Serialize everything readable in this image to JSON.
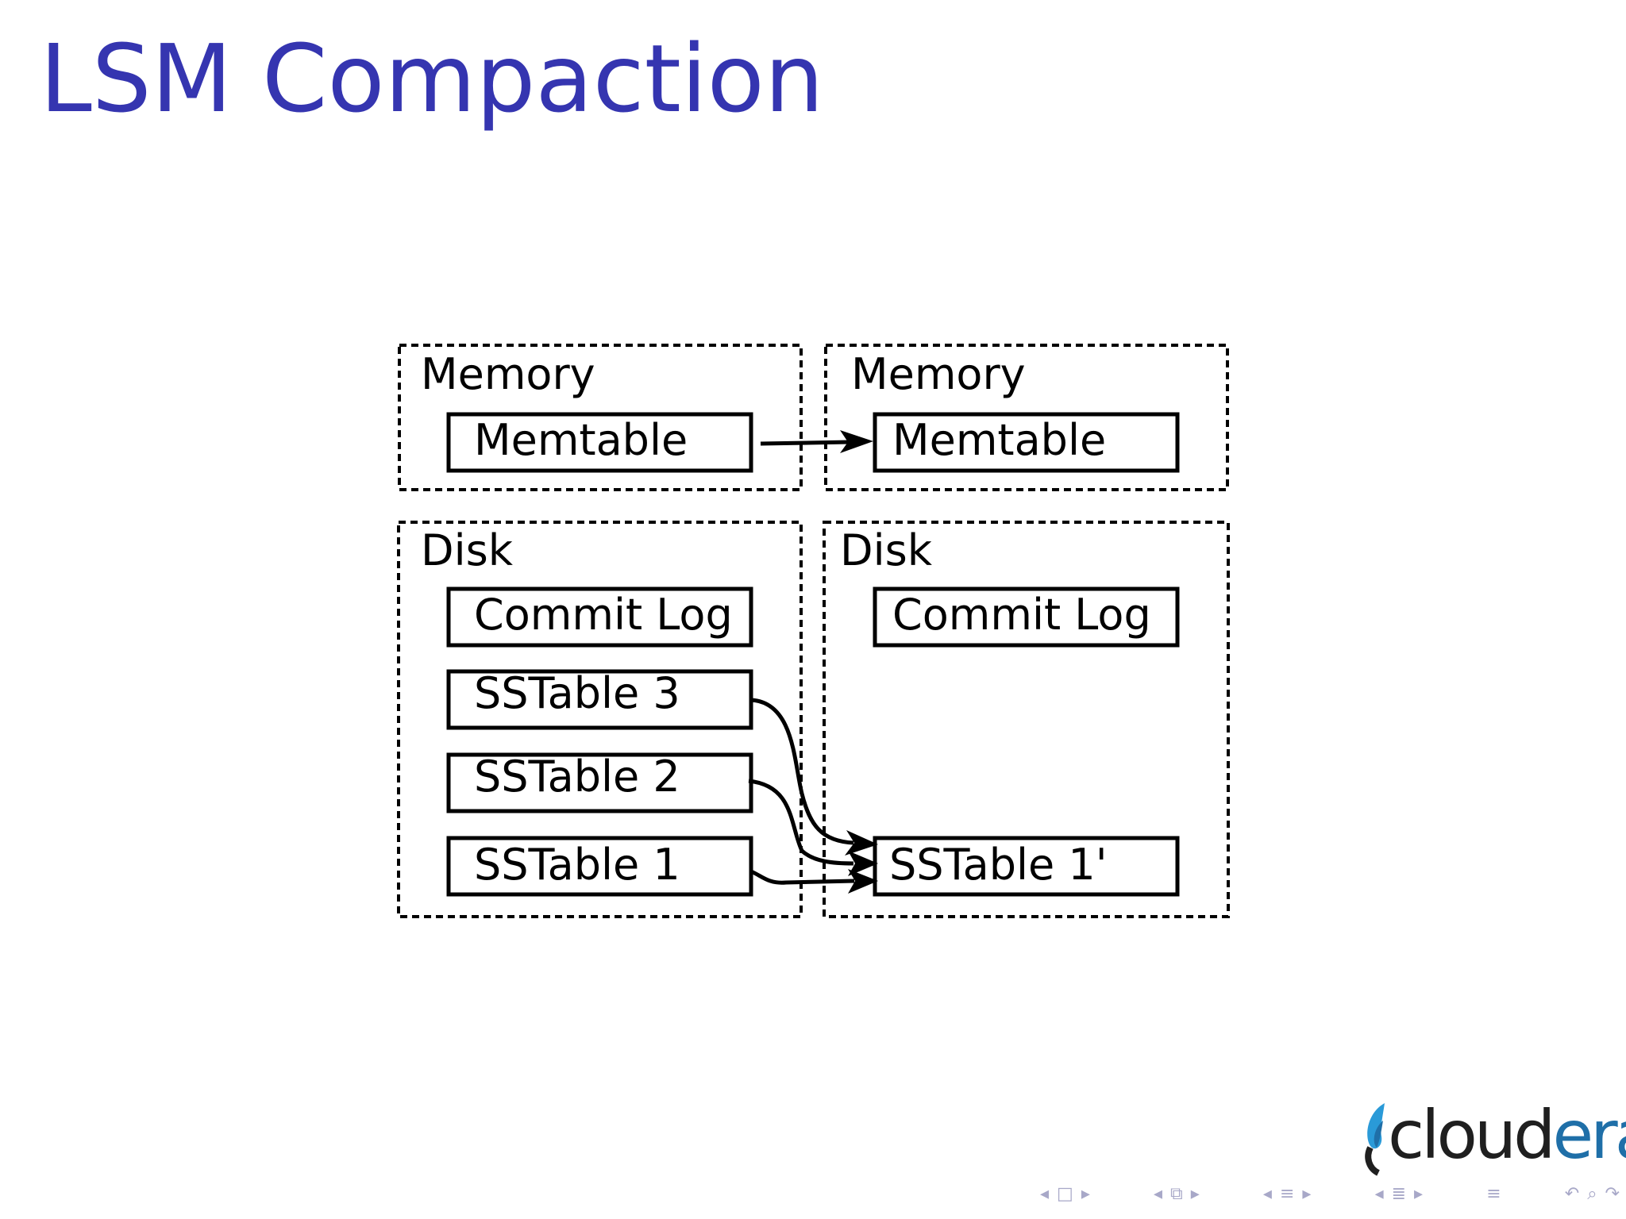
{
  "slide": {
    "title": "LSM Compaction"
  },
  "diagram": {
    "before": {
      "memory_label": "Memory",
      "memtable": "Memtable",
      "disk_label": "Disk",
      "commit_log": "Commit Log",
      "sstables": [
        "SSTable 3",
        "SSTable 2",
        "SSTable 1"
      ]
    },
    "after": {
      "memory_label": "Memory",
      "memtable": "Memtable",
      "disk_label": "Disk",
      "commit_log": "Commit Log",
      "sstable_merged": "SSTable 1'"
    }
  },
  "logo": {
    "text_main": "cloud",
    "text_accent": "era",
    "icon": "butterfly-icon"
  },
  "navigation": {
    "icons": [
      "nav-prev-slide-icon",
      "nav-slide-icon",
      "nav-next-slide-icon",
      "nav-prev-frame-icon",
      "nav-frame-icon",
      "nav-next-frame-icon",
      "nav-prev-subsection-icon",
      "nav-subsection-icon",
      "nav-next-subsection-icon",
      "nav-prev-section-icon",
      "nav-section-icon",
      "nav-next-section-icon",
      "nav-toc-icon",
      "nav-back-icon",
      "nav-search-icon",
      "nav-forward-icon"
    ],
    "color": "#a8a8c8"
  },
  "colors": {
    "title": "#3535b0",
    "logo_accent": "#1f6fa8"
  }
}
